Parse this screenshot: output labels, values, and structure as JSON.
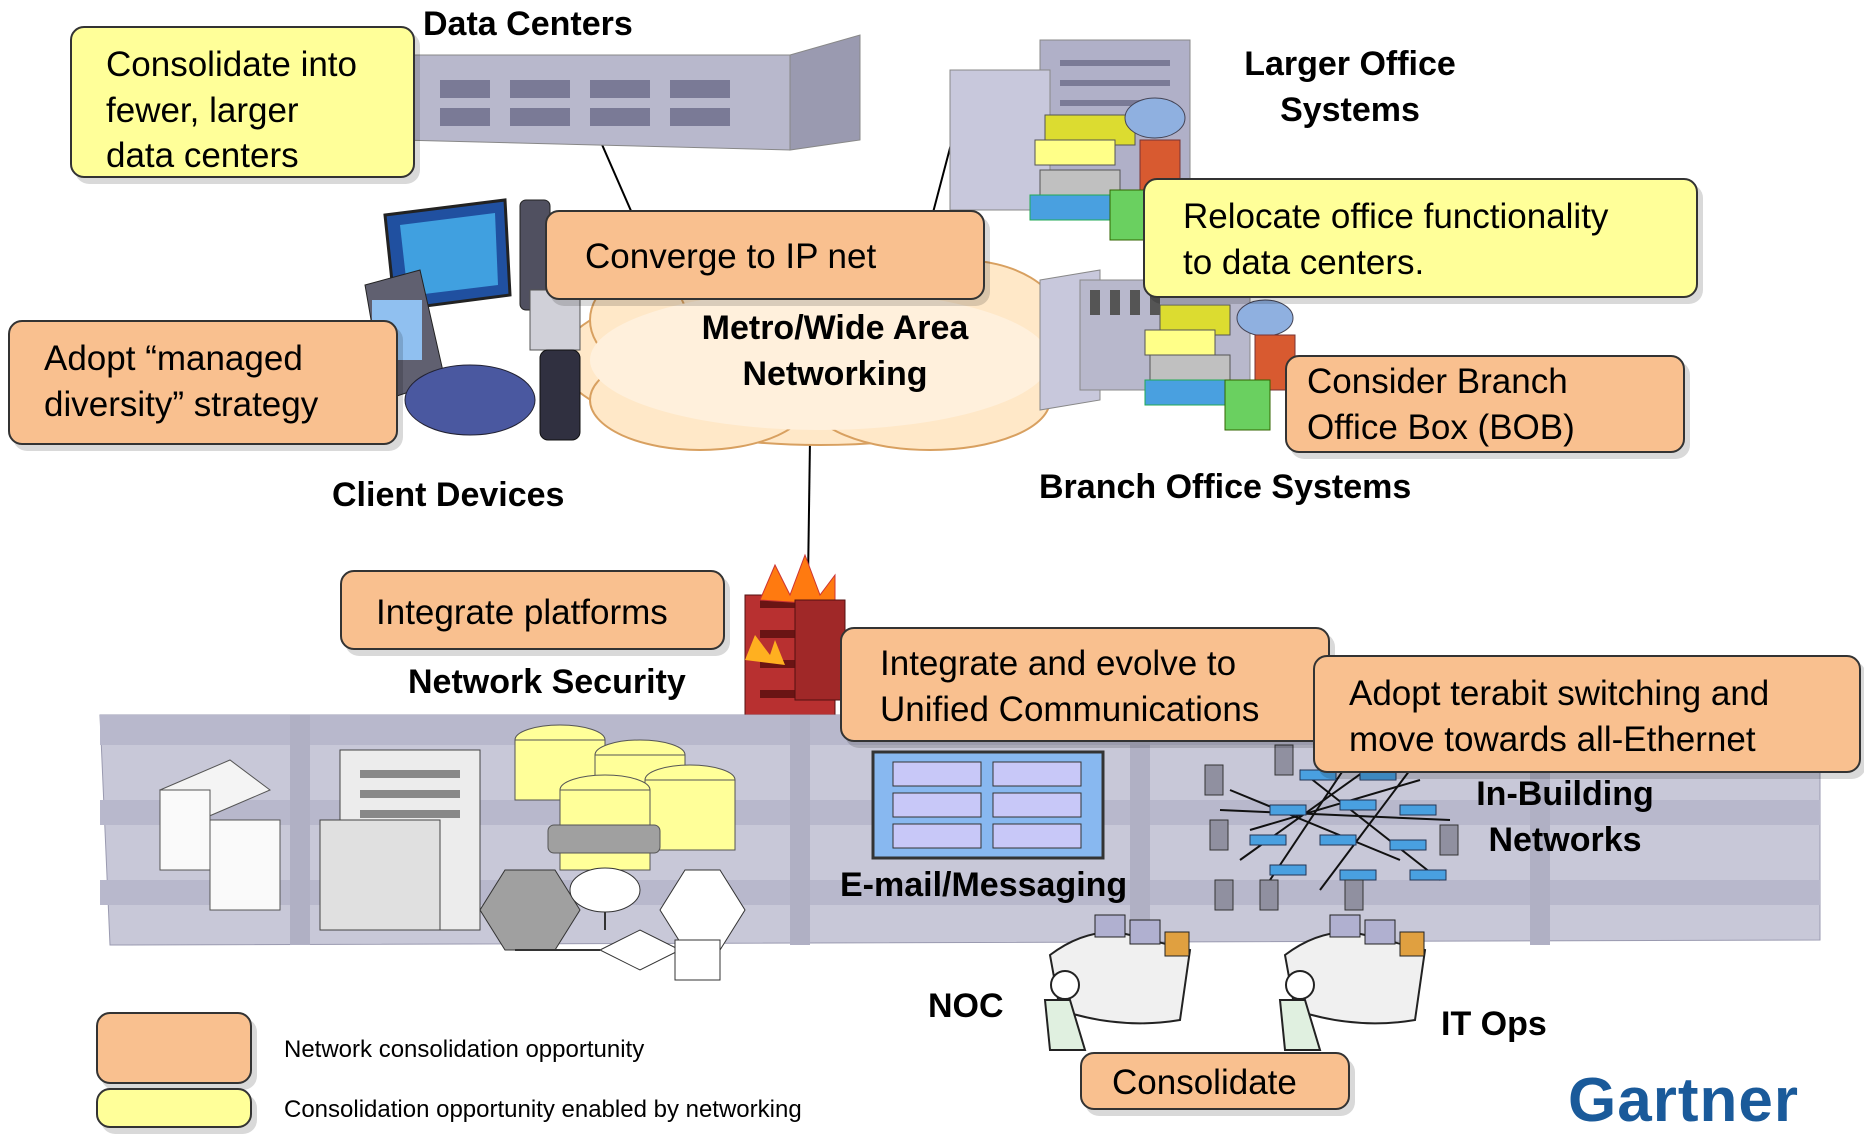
{
  "labels": {
    "data_centers": "Data Centers",
    "larger_office": "Larger Office\nSystems",
    "metro_wan": "Metro/Wide Area\nNetworking",
    "client_devices": "Client Devices",
    "branch_office": "Branch Office Systems",
    "network_security": "Network Security",
    "email": "E-mail/Messaging",
    "in_building": "In-Building\nNetworks",
    "noc": "NOC",
    "it_ops": "IT Ops"
  },
  "callouts": {
    "consolidate_dc": "Consolidate into\nfewer, larger\ndata centers",
    "converge_ip": "Converge to IP net",
    "relocate_office": "Relocate office functionality\nto data centers.",
    "managed_diversity": "Adopt “managed\ndiversity” strategy",
    "branch_box": "Consider Branch\nOffice Box (BOB)",
    "integrate_platforms": "Integrate platforms",
    "unified_comm": "Integrate and evolve to\nUnified Communications",
    "terabit": "Adopt terabit switching and\nmove towards all-Ethernet",
    "consolidate": "Consolidate"
  },
  "legend": {
    "network_opportunity": "Network consolidation opportunity",
    "enabled_opportunity": "Consolidation opportunity enabled by networking"
  },
  "logo": "Gartner",
  "colors": {
    "network_callout": "#f9c08f",
    "enabled_callout": "#ffff99",
    "building": "#c8c8d8",
    "logo": "#1a5a9a"
  }
}
